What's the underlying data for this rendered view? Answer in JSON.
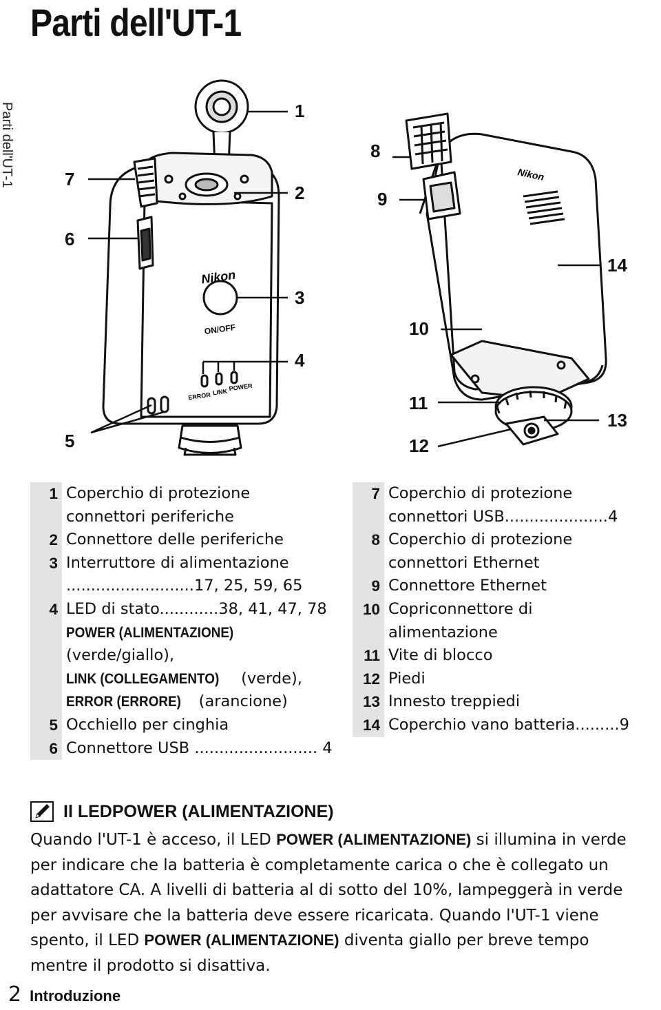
{
  "title": "Parti dell'UT-1",
  "side_tab": "Parti dell'UT-1",
  "figure": {
    "callouts": [
      "1",
      "2",
      "3",
      "4",
      "5",
      "6",
      "7",
      "8",
      "9",
      "10",
      "11",
      "12",
      "13",
      "14"
    ],
    "device_text": {
      "brand": "Nikon",
      "switch": "ON/OFF",
      "led_error": "ERROR",
      "led_link": "LINK",
      "led_power": "POWER"
    }
  },
  "legend_left": [
    {
      "num": "1",
      "lines": [
        "Coperchio di protezione",
        "connettori periferiche"
      ]
    },
    {
      "num": "2",
      "lines": [
        "Connettore delle periferiche"
      ]
    },
    {
      "num": "3",
      "lines": [
        "Interruttore di alimentazione",
        "..........................17, 25, 59, 65"
      ]
    },
    {
      "num": "4",
      "lines": [
        "LED di stato............38, 41, 47, 78"
      ]
    },
    {
      "num": "",
      "caps": "POWER (ALIMENTAZIONE)",
      "after": ""
    },
    {
      "num": "",
      "lines": [
        "(verde/giallo),"
      ]
    },
    {
      "num": "",
      "caps": "LINK (COLLEGAMENTO)",
      "after": " (verde),"
    },
    {
      "num": "",
      "caps": "ERROR (ERRORE)",
      "after": " (arancione)"
    },
    {
      "num": "5",
      "lines": [
        "Occhiello per cinghia"
      ]
    },
    {
      "num": "6",
      "lines": [
        "Connettore USB ......................... 4"
      ]
    }
  ],
  "legend_right": [
    {
      "num": "7",
      "lines": [
        "Coperchio di protezione",
        "connettori USB.....................4"
      ]
    },
    {
      "num": "8",
      "lines": [
        "Coperchio di protezione",
        "connettori Ethernet"
      ]
    },
    {
      "num": "9",
      "lines": [
        "Connettore Ethernet"
      ]
    },
    {
      "num": "10",
      "lines": [
        "Copriconnettore di",
        "alimentazione"
      ]
    },
    {
      "num": "11",
      "lines": [
        "Vite di blocco"
      ]
    },
    {
      "num": "12",
      "lines": [
        "Piedi"
      ]
    },
    {
      "num": "13",
      "lines": [
        "Innesto treppiedi"
      ]
    },
    {
      "num": "14",
      "lines": [
        "Coperchio vano batteria.........9"
      ]
    }
  ],
  "note": {
    "title_prefix": "Il LED ",
    "title_caps": "POWER (ALIMENTAZIONE)",
    "body": [
      {
        "t": "Quando l'UT-1 è acceso, il LED "
      },
      {
        "c": "POWER (ALIMENTAZIONE)"
      },
      {
        "t": " si illumina in verde per indicare che la batteria è completamente carica o che è collegato un adattatore CA. A livelli di batteria al di sotto del 10%, lampeggerà in verde per avvisare che la batteria deve essere ricaricata. Quando l'UT-1 viene spento, il LED "
      },
      {
        "c": "POWER (ALIMENTAZIONE)"
      },
      {
        "t": " diventa giallo per breve tempo mentre il prodotto si disattiva."
      }
    ]
  },
  "footer": {
    "page": "2",
    "section": "Introduzione"
  }
}
